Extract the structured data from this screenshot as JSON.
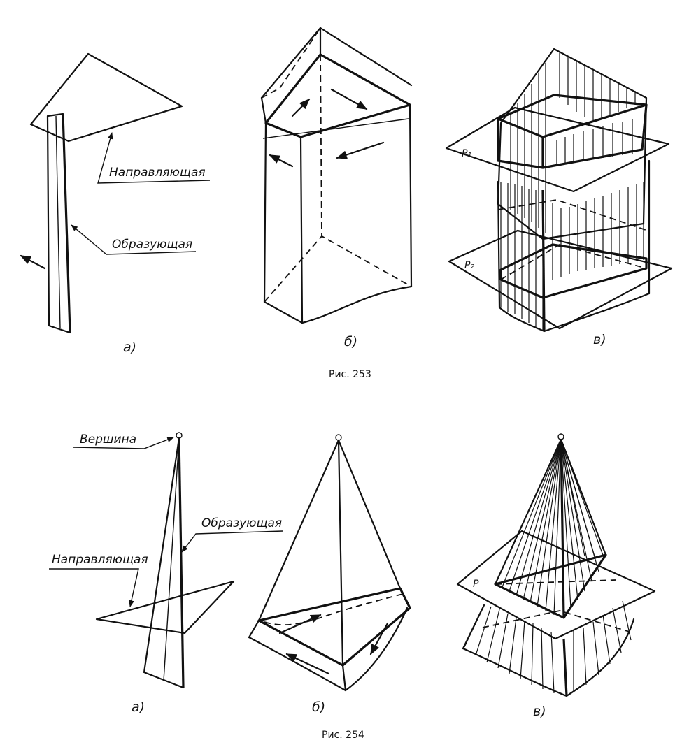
{
  "figure253": {
    "caption": "Рис. 253",
    "labels": {
      "guide": "Направляющая",
      "generatrix": "Образующая"
    },
    "sub": {
      "a": "а)",
      "b": "б)",
      "v": "в)"
    },
    "planes": {
      "p1": "P₁",
      "p2": "P₂"
    }
  },
  "figure254": {
    "caption": "Рис. 254",
    "labels": {
      "apex": "Вершина",
      "generatrix": "Образующая",
      "guide": "Направляющая"
    },
    "sub": {
      "a": "а)",
      "b": "б)",
      "v": "в)"
    },
    "planes": {
      "p": "P"
    }
  },
  "colors": {
    "ink": "#111111",
    "paper": "#ffffff"
  }
}
